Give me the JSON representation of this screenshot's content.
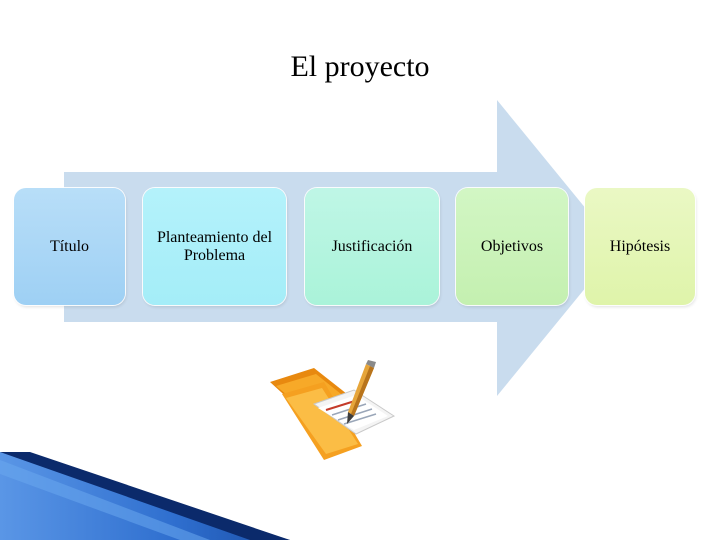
{
  "title": "El proyecto",
  "steps": [
    {
      "label": "Título"
    },
    {
      "label": "Planteamiento del Problema"
    },
    {
      "label": "Justificación"
    },
    {
      "label": "Objetivos"
    },
    {
      "label": "Hipótesis"
    }
  ],
  "colors": {
    "arrow": "#c9dcee",
    "step_1": "#a6d4f5",
    "step_2": "#aaeffa",
    "step_3": "#b0f4dd",
    "step_4": "#c9f2b8",
    "step_5": "#e3f5b3",
    "folder": "#f5a623",
    "corner_dark": "#0b2a6b",
    "corner_light": "#4a8be0"
  },
  "icons": [
    "folder-pencil-icon"
  ]
}
